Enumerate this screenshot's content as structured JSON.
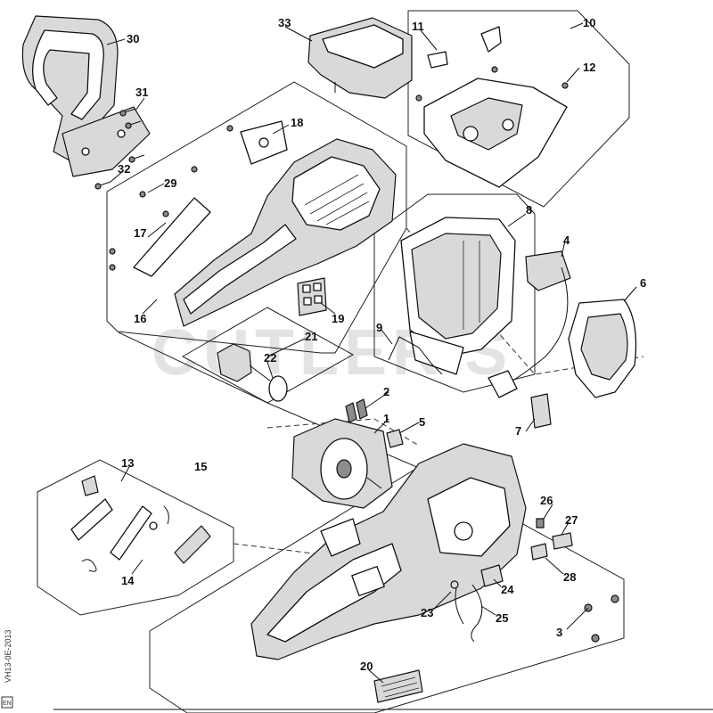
{
  "watermark": "CUTLER'S",
  "side_code": "VH13-0E-2013",
  "corner_mark": "EN",
  "callouts": [
    "1",
    "2",
    "3",
    "4",
    "5",
    "6",
    "7",
    "8",
    "9",
    "10",
    "11",
    "12",
    "13",
    "14",
    "15",
    "16",
    "17",
    "18",
    "19",
    "20",
    "21",
    "22",
    "23",
    "24",
    "25",
    "26",
    "27",
    "28",
    "29",
    "30",
    "31",
    "32",
    "33"
  ]
}
